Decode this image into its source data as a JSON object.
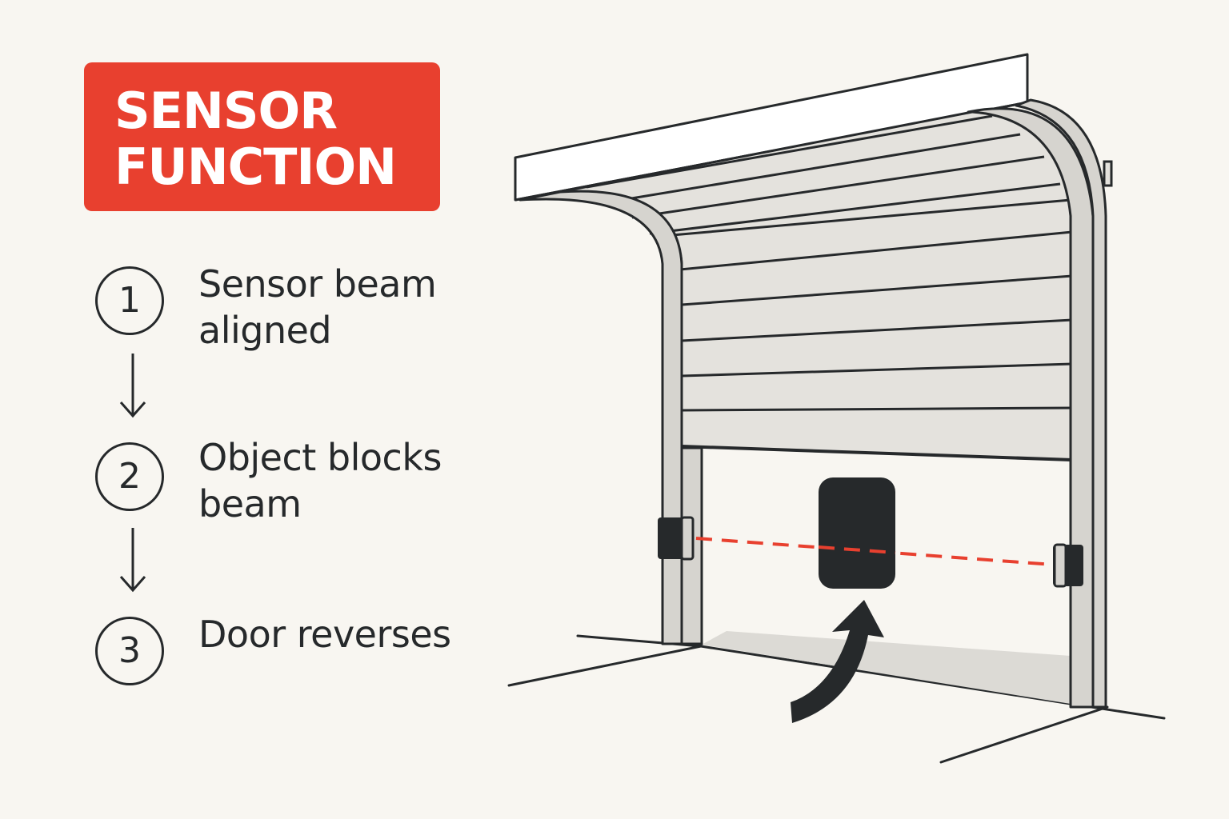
{
  "title": {
    "line1": "SENSOR",
    "line2": "FUNCTION"
  },
  "steps": [
    {
      "number": "1",
      "label_line1": "Sensor beam",
      "label_line2": "aligned"
    },
    {
      "number": "2",
      "label_line1": "Object blocks",
      "label_line2": "beam"
    },
    {
      "number": "3",
      "label_line1": "Door reverses",
      "label_line2": ""
    }
  ],
  "icons": {
    "step_connector": "down-arrow-icon",
    "reverse_motion": "curved-up-arrow-icon"
  },
  "colors": {
    "background": "#f8f6f1",
    "accent": "#e8402f",
    "ink": "#26292b",
    "door_panel": "#e4e2dd",
    "track": "#d6d4cf",
    "floor_shadow": "#dcdad5",
    "sensor_beam": "#e8402f"
  }
}
